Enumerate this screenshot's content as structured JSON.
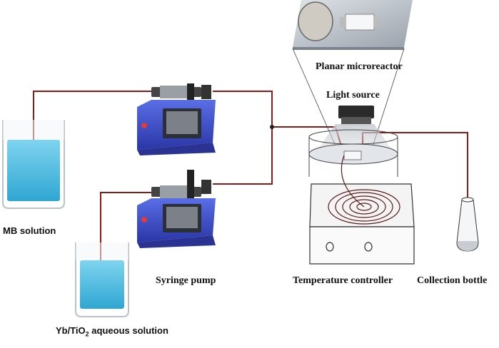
{
  "labels": {
    "planar_microreactor": "Planar microreactor",
    "light_source": "Light source",
    "mb_solution": "MB solution",
    "yb_prefix": "Yb/TiO",
    "yb_sub": "2",
    "yb_suffix": " aqueous solution",
    "syringe_pump": "Syringe pump",
    "temperature_controller": "Temperature controller",
    "collection_bottle": "Collection bottle"
  },
  "colors": {
    "tubing": "#8b1a1a",
    "solution": "#3fb6dd",
    "pump_body": "#3c4fd0",
    "pump_screen": "#2b2f38",
    "heater_coil": "#5a1a1a"
  }
}
